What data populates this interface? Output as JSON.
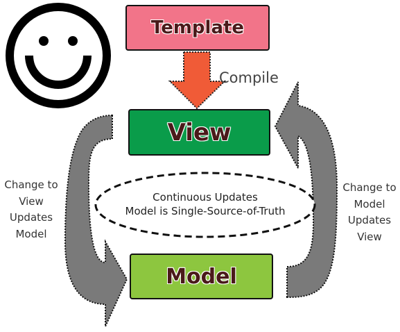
{
  "nodes": {
    "template": "Template",
    "view": "View",
    "model": "Model"
  },
  "edges": {
    "compile": "Compile"
  },
  "side_labels": {
    "left": [
      "Change to",
      "View",
      "Updates",
      "Model"
    ],
    "right": [
      "Change to",
      "Model",
      "Updates",
      "View"
    ]
  },
  "center_note": {
    "line1": "Continuous Updates",
    "line2": "Model is Single-Source-of-Truth"
  },
  "colors": {
    "template": "#f27489",
    "view": "#0a9c4a",
    "model": "#8dc63f",
    "compile_arrow": "#f05b37",
    "update_arrows": "#7a7a7a"
  },
  "icons": {
    "smiley": "smiley-face-icon"
  }
}
